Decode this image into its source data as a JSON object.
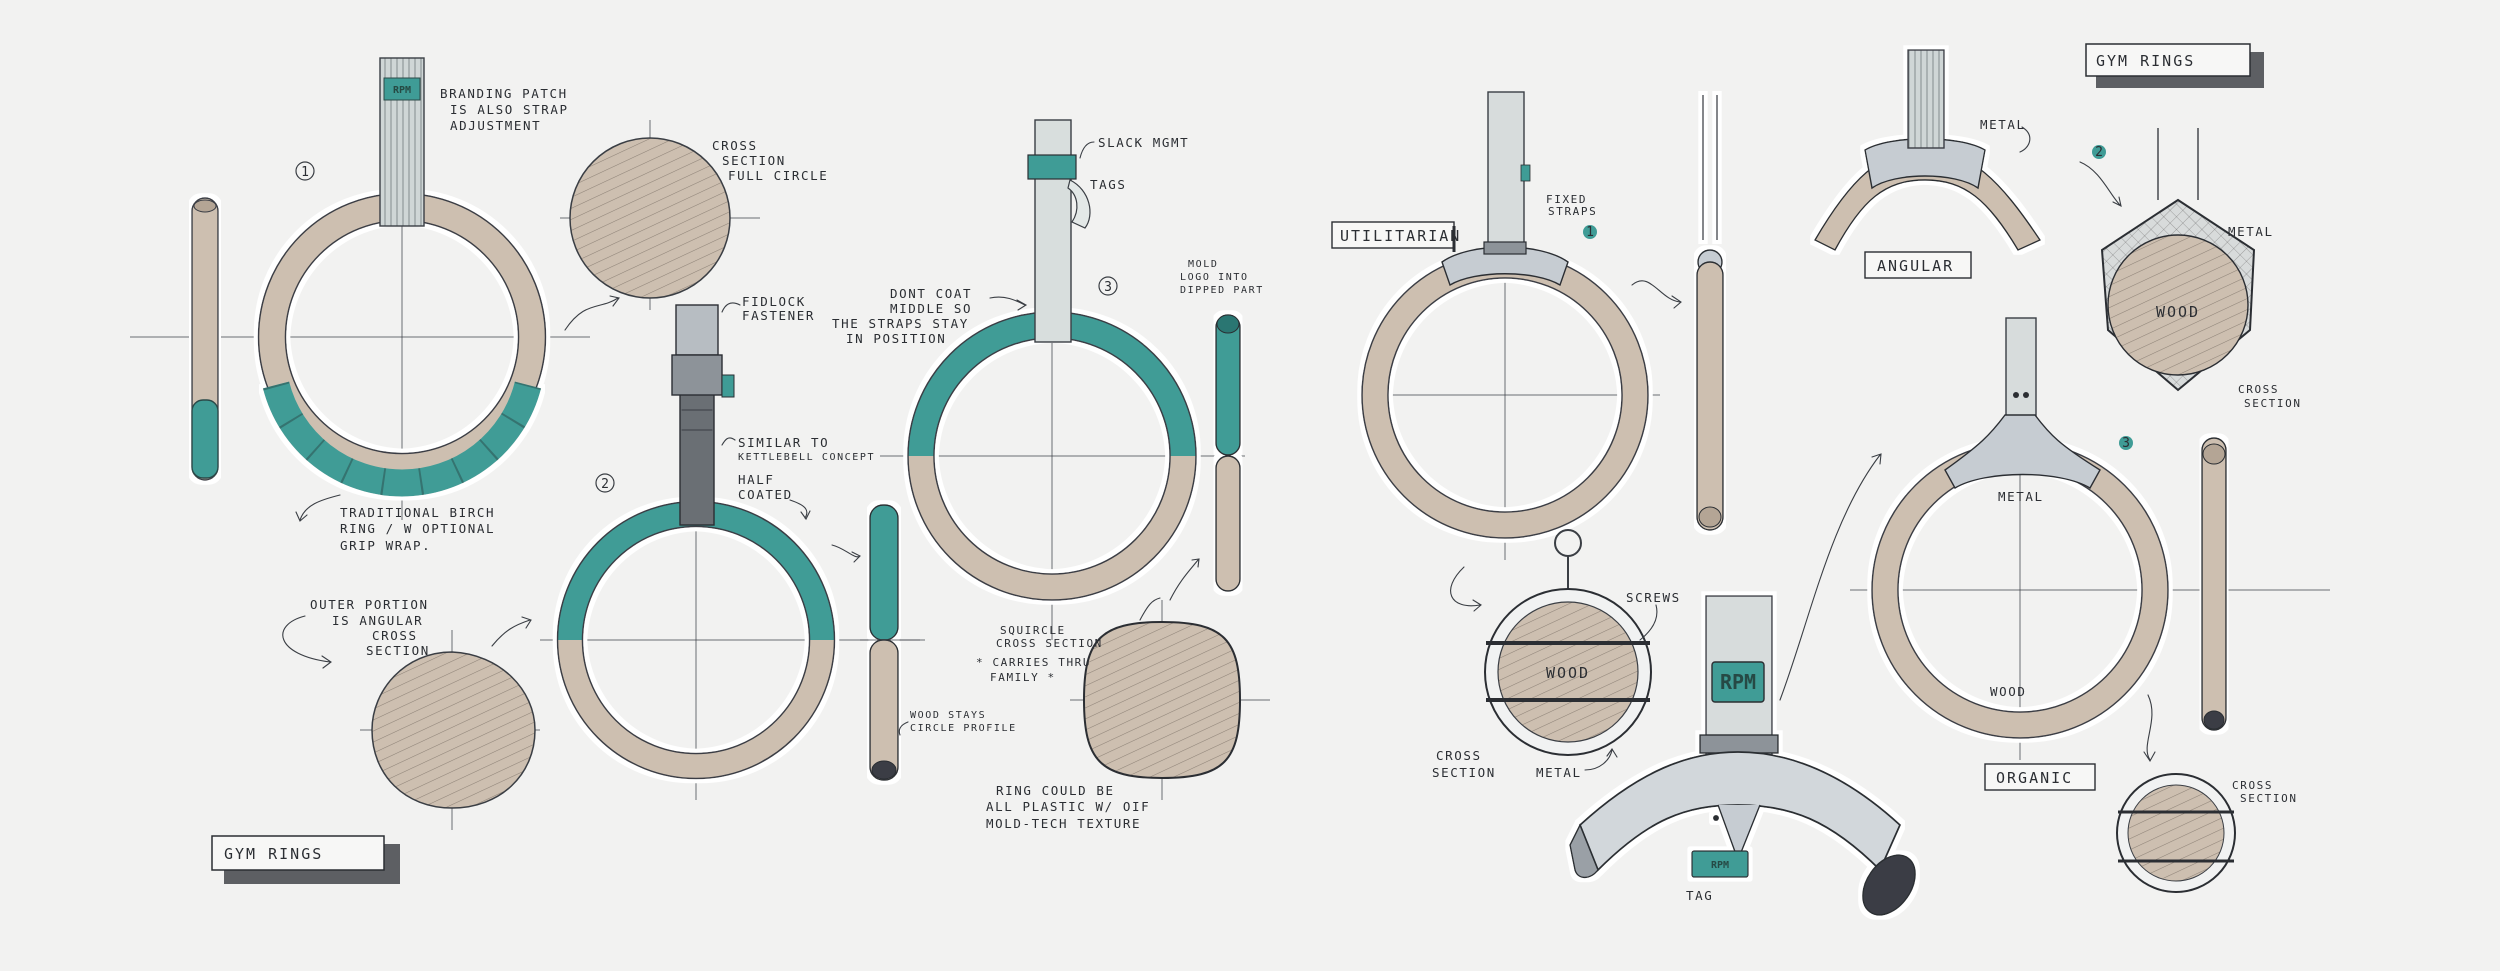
{
  "colors": {
    "paper": "#f2f2f1",
    "wood": "#cdbfb0",
    "wood_dark": "#a4937f",
    "teal": "#3f9c96",
    "teal_dark": "#2c7672",
    "strap": "#d6dcdc",
    "ink": "#2b2e33",
    "metal": "#c6ccd2"
  },
  "left_sheet": {
    "title": "GYM RINGS",
    "concept_1": {
      "number": "1",
      "strap_tag": "RPM",
      "note_branding": [
        "BRANDING PATCH",
        "IS ALSO STRAP",
        "ADJUSTMENT"
      ],
      "note_cross_section": [
        "CROSS",
        "SECTION",
        "FULL CIRCLE"
      ],
      "note_ring": [
        "TRADITIONAL BIRCH",
        "RING / W OPTIONAL",
        "GRIP WRAP."
      ],
      "note_outer": [
        "OUTER PORTION",
        "IS ANGULAR",
        "CROSS",
        "SECTION"
      ]
    },
    "concept_2": {
      "number": "2",
      "note_fidlock": [
        "FIDLOCK",
        "FASTENER"
      ],
      "note_kettlebell": [
        "SIMILAR TO",
        "KETTLEBELL CONCEPT"
      ],
      "note_half": [
        "HALF",
        "COATED"
      ],
      "note_wood": [
        "WOOD STAYS",
        "CIRCLE PROFILE"
      ]
    },
    "concept_3": {
      "number": "3",
      "note_slack": "SLACK MGMT",
      "note_tags": "TAGS",
      "note_dont_coat": [
        "DONT COAT",
        "MIDDLE SO",
        "THE STRAPS STAY",
        "IN POSITION"
      ],
      "note_mold": [
        "MOLD",
        "LOGO INTO",
        "DIPPED PART"
      ],
      "note_squircle": [
        "SQUIRCLE",
        "CROSS SECTION",
        "* CARRIES THRU",
        "FAMILY *"
      ],
      "note_plastic": [
        "RING COULD BE",
        "ALL PLASTIC W/ OIF",
        "MOLD-TECH TEXTURE"
      ]
    }
  },
  "right_sheet": {
    "title": "GYM RINGS",
    "utilitarian": {
      "label": "UTILITARIAN",
      "number": "1",
      "note_fixed": [
        "FIXED",
        "STRAPS"
      ],
      "note_screws": "SCREWS",
      "note_wood": "WOOD",
      "note_cross": [
        "CROSS",
        "SECTION"
      ],
      "note_metal": "METAL",
      "tag_large": "RPM",
      "tag_small": "RPM",
      "note_tag": "TAG"
    },
    "angular": {
      "label": "ANGULAR",
      "number": "2",
      "note_metal_1": "METAL",
      "note_metal_2": "METAL",
      "note_wood": "WOOD",
      "note_cross": [
        "CROSS",
        "SECTION"
      ]
    },
    "organic": {
      "label": "ORGANIC",
      "number": "3",
      "note_metal": "METAL",
      "note_wood": "WOOD",
      "note_cross": [
        "CROSS",
        "SECTION"
      ]
    }
  }
}
